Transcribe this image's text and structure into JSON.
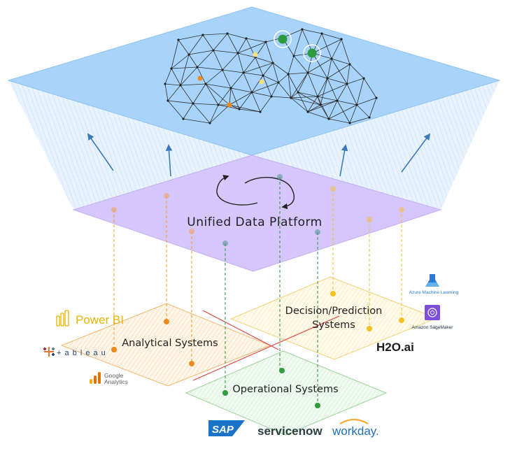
{
  "platform": {
    "label": "Unified Data Platform"
  },
  "planes": {
    "analytical": {
      "label": "Analytical Systems"
    },
    "decision": {
      "label_line1": "Decision/Prediction",
      "label_line2": "Systems"
    },
    "operational": {
      "label": "Operational Systems"
    }
  },
  "logos": {
    "powerbi": "Power BI",
    "tableau": "+ a b l e a u",
    "google_analytics_1": "Google",
    "google_analytics_2": "Analytics",
    "azure_ml": "Azure Machine Learning",
    "sagemaker": "Amazon SageMaker",
    "h2o": "H2O.ai",
    "sap": "SAP",
    "servicenow": "servicenow",
    "workday": "workday."
  },
  "colors": {
    "top_plane": "#a8d4fb",
    "platform": "#d5c6fb",
    "analytical": "#f3a33a",
    "decision": "#f5cc55",
    "operational": "#3a9a4a",
    "arrow": "#3b7bbd",
    "divider": "#e04040"
  }
}
